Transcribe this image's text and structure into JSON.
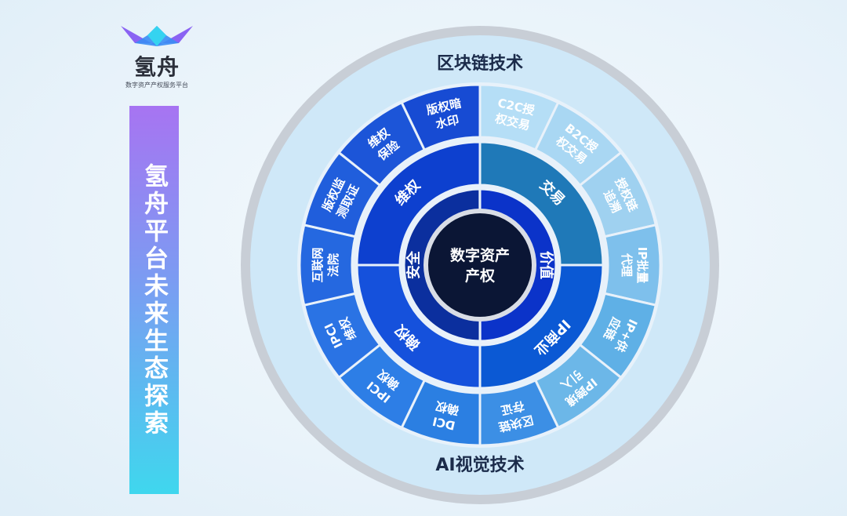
{
  "logo": {
    "name": "氢舟",
    "tagline": "数字资产产权服务平台",
    "colors": [
      "#8b5cf6",
      "#3b82f6",
      "#22d3ee"
    ]
  },
  "banner": {
    "text": "氢舟平台未来生态探索"
  },
  "wheel": {
    "top_label": "区块链技术",
    "bottom_label": "AI视觉技术",
    "center": [
      "数字资产",
      "产权"
    ],
    "inner": [
      {
        "label": "价值"
      },
      {
        "label": "安全"
      }
    ],
    "middle": [
      {
        "label": "交易",
        "color": "#1f79b8"
      },
      {
        "label": "IP商业",
        "color": "#0b59d4"
      },
      {
        "label": "确权",
        "color": "#1551dc"
      },
      {
        "label": "维权",
        "color": "#0d40cf"
      }
    ],
    "outer": [
      {
        "lines": [
          "C2C授",
          "权交易"
        ],
        "color": "#b5def6"
      },
      {
        "lines": [
          "B2C授",
          "权交易"
        ],
        "color": "#a9d7f3"
      },
      {
        "lines": [
          "授权链",
          "追溯"
        ],
        "color": "#9fd1f0"
      },
      {
        "lines": [
          "IP批量",
          "代理"
        ],
        "color": "#7ec0ec"
      },
      {
        "lines": [
          "IP+供",
          "应链"
        ],
        "color": "#5fb0e6"
      },
      {
        "lines": [
          "IP跨境",
          "引入"
        ],
        "color": "#6cb7e8"
      },
      {
        "lines": [
          "区块链",
          "存证"
        ],
        "color": "#3c8fe5"
      },
      {
        "lines": [
          "DCI",
          "确权"
        ],
        "color": "#2b7fe2"
      },
      {
        "lines": [
          "IPCI",
          "确权"
        ],
        "color": "#2d7ee6"
      },
      {
        "lines": [
          "IPCI",
          "维权"
        ],
        "color": "#2a73e4"
      },
      {
        "lines": [
          "互联网",
          "法院"
        ],
        "color": "#2568e0"
      },
      {
        "lines": [
          "版权监",
          "测取证"
        ],
        "color": "#205edc"
      },
      {
        "lines": [
          "维权",
          "保险"
        ],
        "color": "#1c55d8"
      },
      {
        "lines": [
          "版权暗",
          "水印"
        ],
        "color": "#174bd3"
      }
    ]
  }
}
